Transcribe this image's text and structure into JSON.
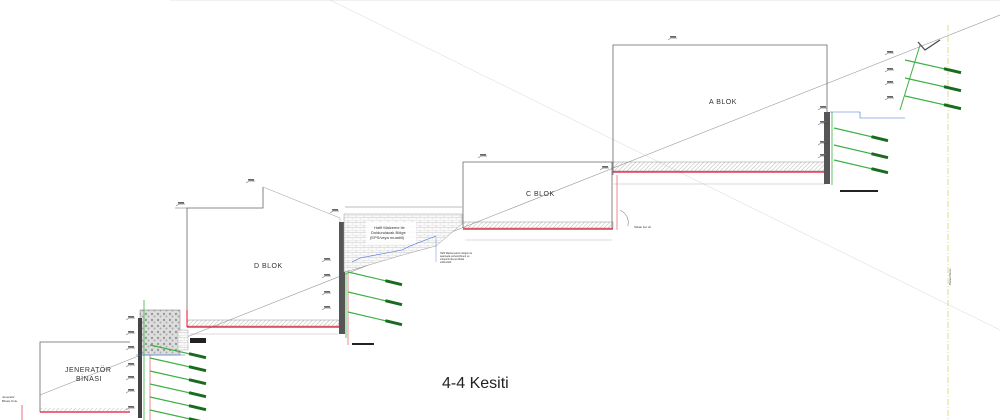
{
  "drawing": {
    "title": "4-4 Kesiti",
    "blocks": {
      "jenerator": {
        "line1": "JENERATÖR",
        "line2": "BİNASI"
      },
      "d_blok": "D BLOK",
      "c_blok": "C BLOK",
      "a_blok": "A BLOK"
    },
    "fill_note": {
      "line1": "Hafif Malzeme ile",
      "line2": "Doldurulacak Bölge",
      "line3": "(EPS/veya muadili)"
    },
    "fill_callout": [
      "Hafif Malzemelerin dolgun ile",
      "aşamada yerleştirilmesi ve",
      "sıkıştırılmasına dikkat",
      "edilmelidir."
    ],
    "c_blok_callout": "Taban kot vb.",
    "left_note": [
      "Jeneratör",
      "Binası Kotu"
    ],
    "right_axis_label": "Parsel Sınırı",
    "colors": {
      "structure": "#666666",
      "foundation_red": "#e0112b",
      "anchor_green": "#3cb043",
      "anchor_bond": "#1a6b1f",
      "soil_line": "#9a9a9a",
      "dim_blue": "#4169e1",
      "axis_yellow": "#cfc23a",
      "hatch": "#777777"
    },
    "anchor_groups": [
      {
        "name": "jenerator-wall",
        "count": 6
      },
      {
        "name": "d-blok-wall",
        "count": 3
      },
      {
        "name": "a-blok-wall",
        "count": 3
      },
      {
        "name": "top-slope",
        "count": 3
      }
    ]
  }
}
